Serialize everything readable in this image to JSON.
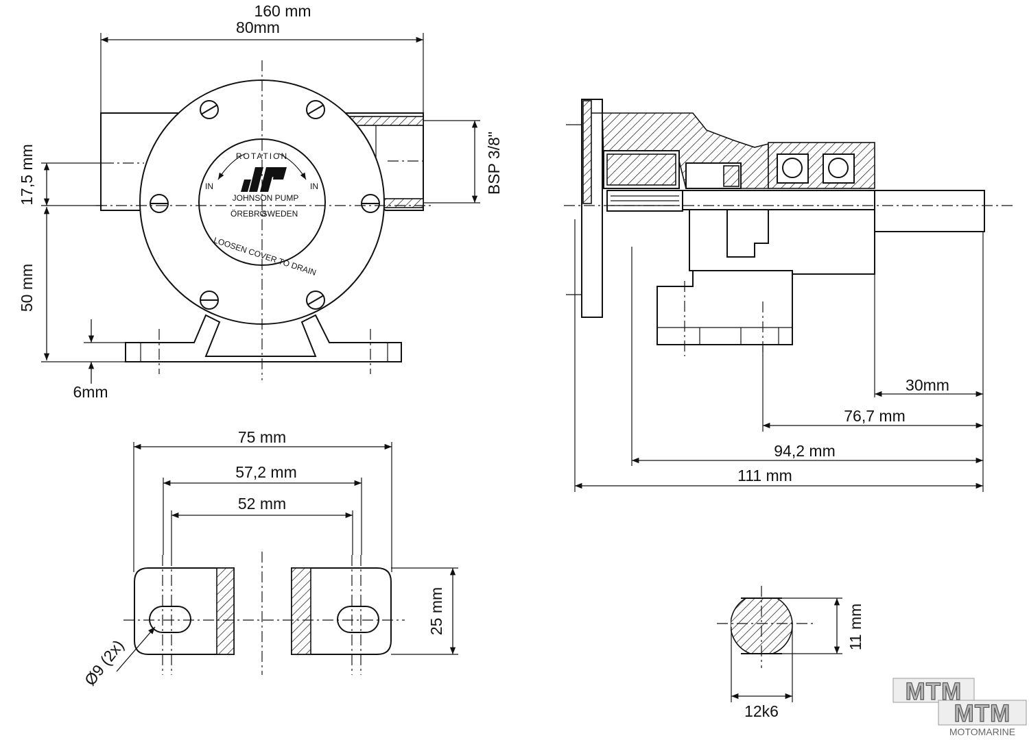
{
  "drawing": {
    "front_view": {
      "dims": {
        "overall_width": "160 mm",
        "half_width": "80mm",
        "port_offset": "17,5 mm",
        "height": "50 mm",
        "foot_thickness": "6mm",
        "port_thread": "BSP 3/8\""
      },
      "face_plate": {
        "rotation": "ROTATION",
        "in_left": "IN",
        "in_right": "IN",
        "brand": "JOHNSON PUMP",
        "city": "ÖREBRO",
        "country": "SWEDEN",
        "drain_note": "LOOSEN COVER TO DRAIN"
      }
    },
    "side_view": {
      "dims": {
        "shaft_length": "30mm",
        "to_hole_1": "76,7 mm",
        "to_hole_2": "94,2 mm",
        "overall_length": "111 mm"
      }
    },
    "foot_view": {
      "dims": {
        "outer": "75 mm",
        "mid": "57,2 mm",
        "inner": "52 mm",
        "depth": "25 mm",
        "hole": "Ø9 (2x)"
      }
    },
    "shaft_section": {
      "dims": {
        "flat": "11 mm",
        "diameter": "12k6"
      }
    }
  },
  "watermark": {
    "top": "MTM",
    "bottom": "MTM",
    "sub": "MOTOMARINE"
  }
}
